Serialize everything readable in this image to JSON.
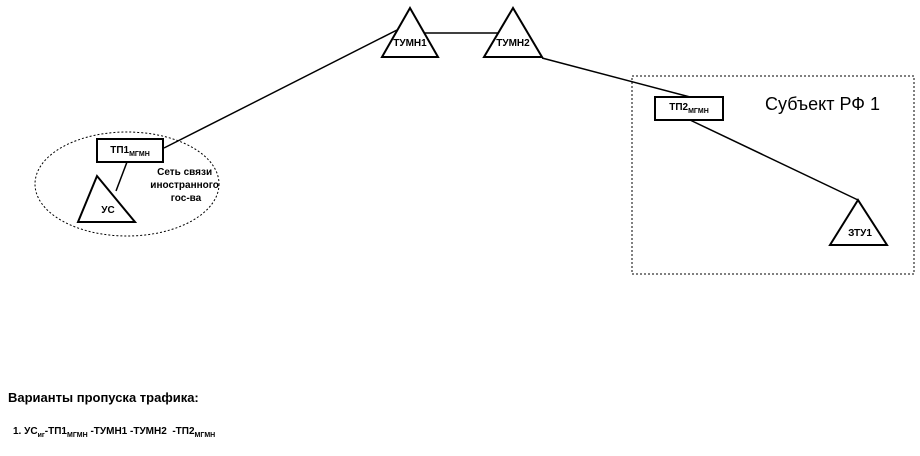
{
  "diagram": {
    "nodes": {
      "tumn1": "ТУМН1",
      "tumn2": "ТУМН2",
      "tp1": "ТП1",
      "tp1_sub": "МГМН",
      "tp2": "ТП2",
      "tp2_sub": "МГМН",
      "us": "УС",
      "ztu1": "ЗТУ1"
    },
    "foreign_network": [
      "Сеть связи",
      "иностранного",
      "гос-ва"
    ],
    "subject_label": "Субъект РФ 1"
  },
  "routes": {
    "title": "Варианты пропуска трафика:",
    "items": [
      {
        "num": "1.",
        "us": "УС",
        "us_sub": "иг",
        "tp1": "-ТП1",
        "tp1_sub": "МГМН",
        "rest": " -ТУМН1 -ТУМН2  -ТП2",
        "tp2_sub": "МГМН"
      }
    ]
  }
}
